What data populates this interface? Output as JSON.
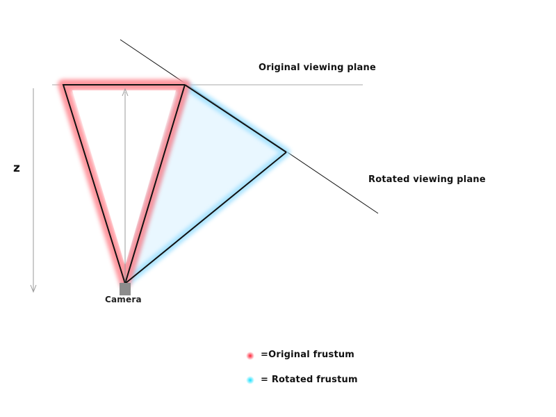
{
  "labels": {
    "original_plane": "Original viewing plane",
    "rotated_plane": "Rotated viewing plane",
    "z_axis": "z",
    "camera": "Camera"
  },
  "legend": [
    {
      "text": "=Original frustum",
      "color": "#ff3b4e"
    },
    {
      "text": "= Rotated frustum",
      "color": "#2ee6ff"
    }
  ],
  "colors": {
    "original_frustum_glow": "#ff8a93",
    "rotated_frustum_fill": "#e6f6ff",
    "rotated_frustum_glow": "#9fe2ff",
    "outline": "#111111",
    "guide_line": "#999999",
    "camera": "#8c8c8c"
  }
}
